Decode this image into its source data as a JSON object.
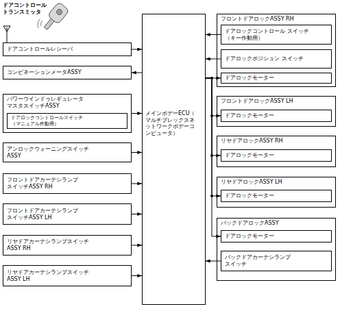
{
  "diagram": {
    "nodes": [
      {
        "text": [
          "ドアコントロールレシーバ"
        ]
      },
      {
        "text": [
          "コンビネーションメータASSY"
        ]
      },
      {
        "text": [
          "パワーウインドゥレギュレータ マスタスイッチASSY"
        ]
      },
      {
        "text": [
          "ドアロックコントロールスイッチ（マニュアル作動用）"
        ],
        "in": 2
      },
      {
        "text": [
          "アンロックウォーニングスイッチ ASSY"
        ]
      },
      {
        "text": [
          "フロントドアカーテシランプ スイッチASSY RH"
        ]
      },
      {
        "text": [
          "フロントドアカーテシランプ スイッチASSY LH"
        ]
      },
      {
        "text": [
          "リヤドアカーテシランプスイッチ ASSY RH"
        ]
      },
      {
        "text": [
          "リヤドアカーテシランプスイッチ ASSY LH"
        ]
      },
      {
        "text": [
          "メインボデーECU（ マルチプレックスネ ットワークボデーコ ンピュータ）"
        ]
      },
      {
        "text": [
          "フロントドアロックASSY RH"
        ]
      },
      {
        "text": [
          "ドアロックコントロール スイッチ（キー作動用）"
        ],
        "in": 10
      },
      {
        "text": [
          "ドアロックポジション スイッチ"
        ],
        "in": 10
      },
      {
        "text": [
          "ドアロックモーター"
        ],
        "in": 10
      },
      {
        "text": [
          "フロントドアロックASSY LH"
        ]
      },
      {
        "text": [
          "ドアロックモーター"
        ],
        "in": 14
      },
      {
        "text": [
          "リヤドアロックASSY RH"
        ]
      },
      {
        "text": [
          "ドアロックモーター"
        ],
        "in": 16
      },
      {
        "text": [
          "リヤドアロックASSY LH"
        ]
      },
      {
        "text": [
          "ドアロックモーター"
        ],
        "in": 18
      },
      {
        "text": [
          "バックドアロックASSY"
        ]
      },
      {
        "text": [
          "ドアロックモーター"
        ],
        "in": 20
      },
      {
        "text": [
          "バックドアカーテシランプ スイッチ"
        ],
        "in": 20
      }
    ],
    "edges": [
      {
        "from": 0,
        "to": 9,
        "arrow": "to"
      },
      {
        "from": 9,
        "to": 1,
        "arrow": "to"
      },
      {
        "from": 2,
        "to": 9,
        "arrow": "to"
      },
      {
        "from": 4,
        "to": 9,
        "arrow": "to"
      },
      {
        "from": 5,
        "to": 9,
        "arrow": "to"
      },
      {
        "from": 6,
        "to": 9,
        "arrow": "to"
      },
      {
        "from": 7,
        "to": 9,
        "arrow": "to"
      },
      {
        "from": 8,
        "to": 9,
        "arrow": "to"
      },
      {
        "from": 11,
        "to": 9,
        "arrow": "to"
      },
      {
        "from": 12,
        "to": 9,
        "arrow": "to"
      },
      {
        "from": 9,
        "to": 13,
        "arrow": "to"
      },
      {
        "from": 9,
        "to": 15,
        "arrow": "to"
      },
      {
        "from": 9,
        "to": 17,
        "arrow": "to"
      },
      {
        "from": 9,
        "to": 19,
        "arrow": "to"
      },
      {
        "from": 9,
        "to": 21,
        "arrow": "to"
      },
      {
        "from": 22,
        "to": 9,
        "arrow": "to"
      }
    ],
    "labels": [
      "ドアコントロール トランスミッタ"
    ]
  }
}
